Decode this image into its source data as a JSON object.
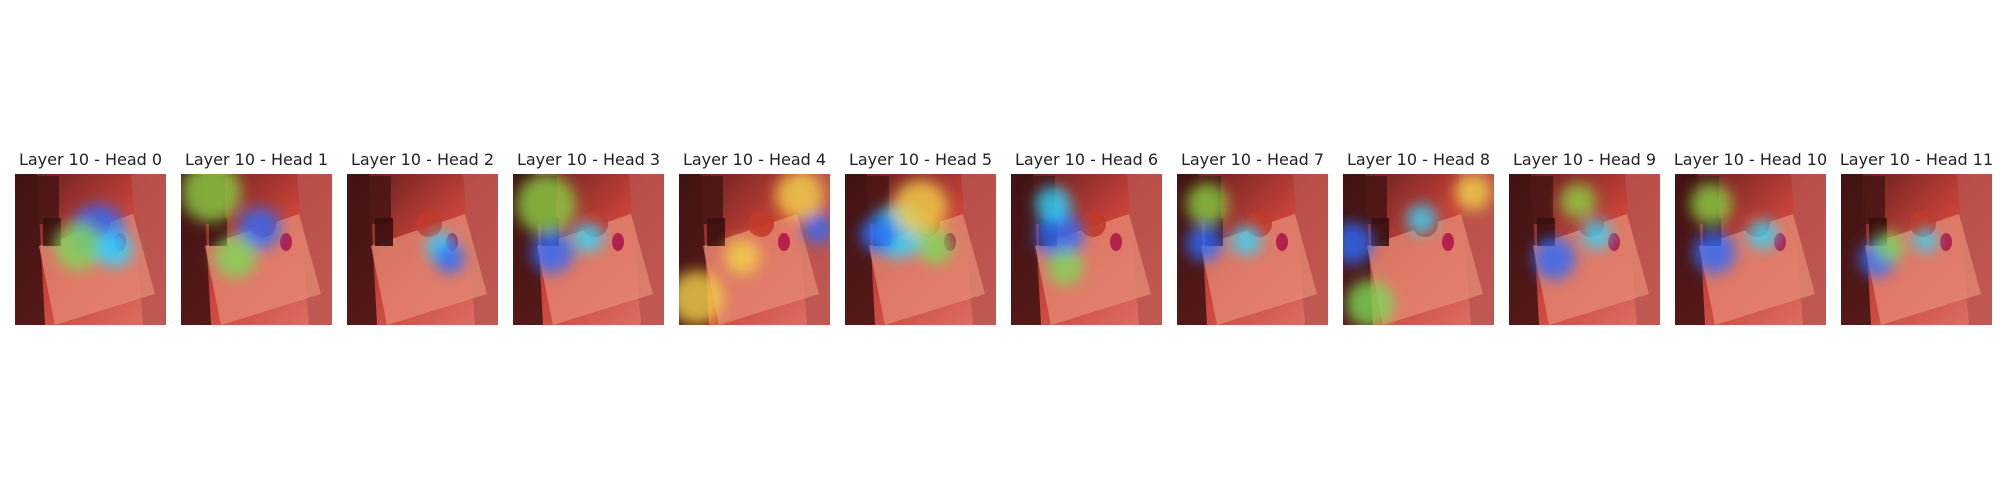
{
  "figure": {
    "panels": [
      {
        "title": "Layer 10 - Head 0",
        "blobs": [
          [
            0.55,
            0.38,
            0.18,
            "#2b6cff"
          ],
          [
            0.42,
            0.48,
            0.16,
            "#7ed957"
          ],
          [
            0.66,
            0.5,
            0.12,
            "#2fd7ff"
          ]
        ]
      },
      {
        "title": "Layer 10 - Head 1",
        "blobs": [
          [
            0.2,
            0.12,
            0.2,
            "#8fcf45"
          ],
          [
            0.52,
            0.36,
            0.14,
            "#2b6cff"
          ],
          [
            0.36,
            0.55,
            0.14,
            "#7ed957"
          ]
        ]
      },
      {
        "title": "Layer 10 - Head 2",
        "blobs": [
          [
            0.62,
            0.48,
            0.1,
            "#2fd7ff"
          ],
          [
            0.68,
            0.56,
            0.1,
            "#2b6cff"
          ]
        ]
      },
      {
        "title": "Layer 10 - Head 3",
        "blobs": [
          [
            0.22,
            0.2,
            0.2,
            "#8fcf45"
          ],
          [
            0.26,
            0.52,
            0.14,
            "#2b6cff"
          ],
          [
            0.5,
            0.42,
            0.1,
            "#2fd7ff"
          ]
        ]
      },
      {
        "title": "Layer 10 - Head 4",
        "blobs": [
          [
            0.12,
            0.82,
            0.18,
            "#f3d24a"
          ],
          [
            0.8,
            0.14,
            0.16,
            "#f3d24a"
          ],
          [
            0.92,
            0.36,
            0.1,
            "#2b6cff"
          ],
          [
            0.42,
            0.55,
            0.12,
            "#f3d24a"
          ]
        ]
      },
      {
        "title": "Layer 10 - Head 5",
        "blobs": [
          [
            0.35,
            0.38,
            0.18,
            "#2fd7ff"
          ],
          [
            0.5,
            0.22,
            0.18,
            "#f3d24a"
          ],
          [
            0.22,
            0.4,
            0.12,
            "#2b6cff"
          ],
          [
            0.6,
            0.48,
            0.12,
            "#7ed957"
          ]
        ]
      },
      {
        "title": "Layer 10 - Head 6",
        "blobs": [
          [
            0.32,
            0.4,
            0.16,
            "#2b6cff"
          ],
          [
            0.28,
            0.2,
            0.12,
            "#2fd7ff"
          ],
          [
            0.36,
            0.62,
            0.12,
            "#7ed957"
          ]
        ]
      },
      {
        "title": "Layer 10 - Head 7",
        "blobs": [
          [
            0.2,
            0.2,
            0.14,
            "#8fcf45"
          ],
          [
            0.18,
            0.46,
            0.12,
            "#2b6cff"
          ],
          [
            0.46,
            0.44,
            0.1,
            "#2fd7ff"
          ]
        ]
      },
      {
        "title": "Layer 10 - Head 8",
        "blobs": [
          [
            0.06,
            0.46,
            0.14,
            "#2b6cff"
          ],
          [
            0.18,
            0.86,
            0.16,
            "#7ed957"
          ],
          [
            0.86,
            0.12,
            0.12,
            "#f3d24a"
          ],
          [
            0.52,
            0.3,
            0.1,
            "#2fd7ff"
          ]
        ]
      },
      {
        "title": "Layer 10 - Head 9",
        "blobs": [
          [
            0.3,
            0.56,
            0.14,
            "#2b6cff"
          ],
          [
            0.46,
            0.18,
            0.12,
            "#8fcf45"
          ],
          [
            0.58,
            0.4,
            0.1,
            "#2fd7ff"
          ]
        ]
      },
      {
        "title": "Layer 10 - Head 10",
        "blobs": [
          [
            0.26,
            0.52,
            0.14,
            "#2b6cff"
          ],
          [
            0.24,
            0.2,
            0.14,
            "#8fcf45"
          ],
          [
            0.58,
            0.4,
            0.1,
            "#2fd7ff"
          ]
        ]
      },
      {
        "title": "Layer 10 - Head 11",
        "blobs": [
          [
            0.24,
            0.56,
            0.12,
            "#2b6cff"
          ],
          [
            0.32,
            0.48,
            0.1,
            "#7ed957"
          ],
          [
            0.56,
            0.44,
            0.08,
            "#2fd7ff"
          ]
        ]
      }
    ]
  }
}
